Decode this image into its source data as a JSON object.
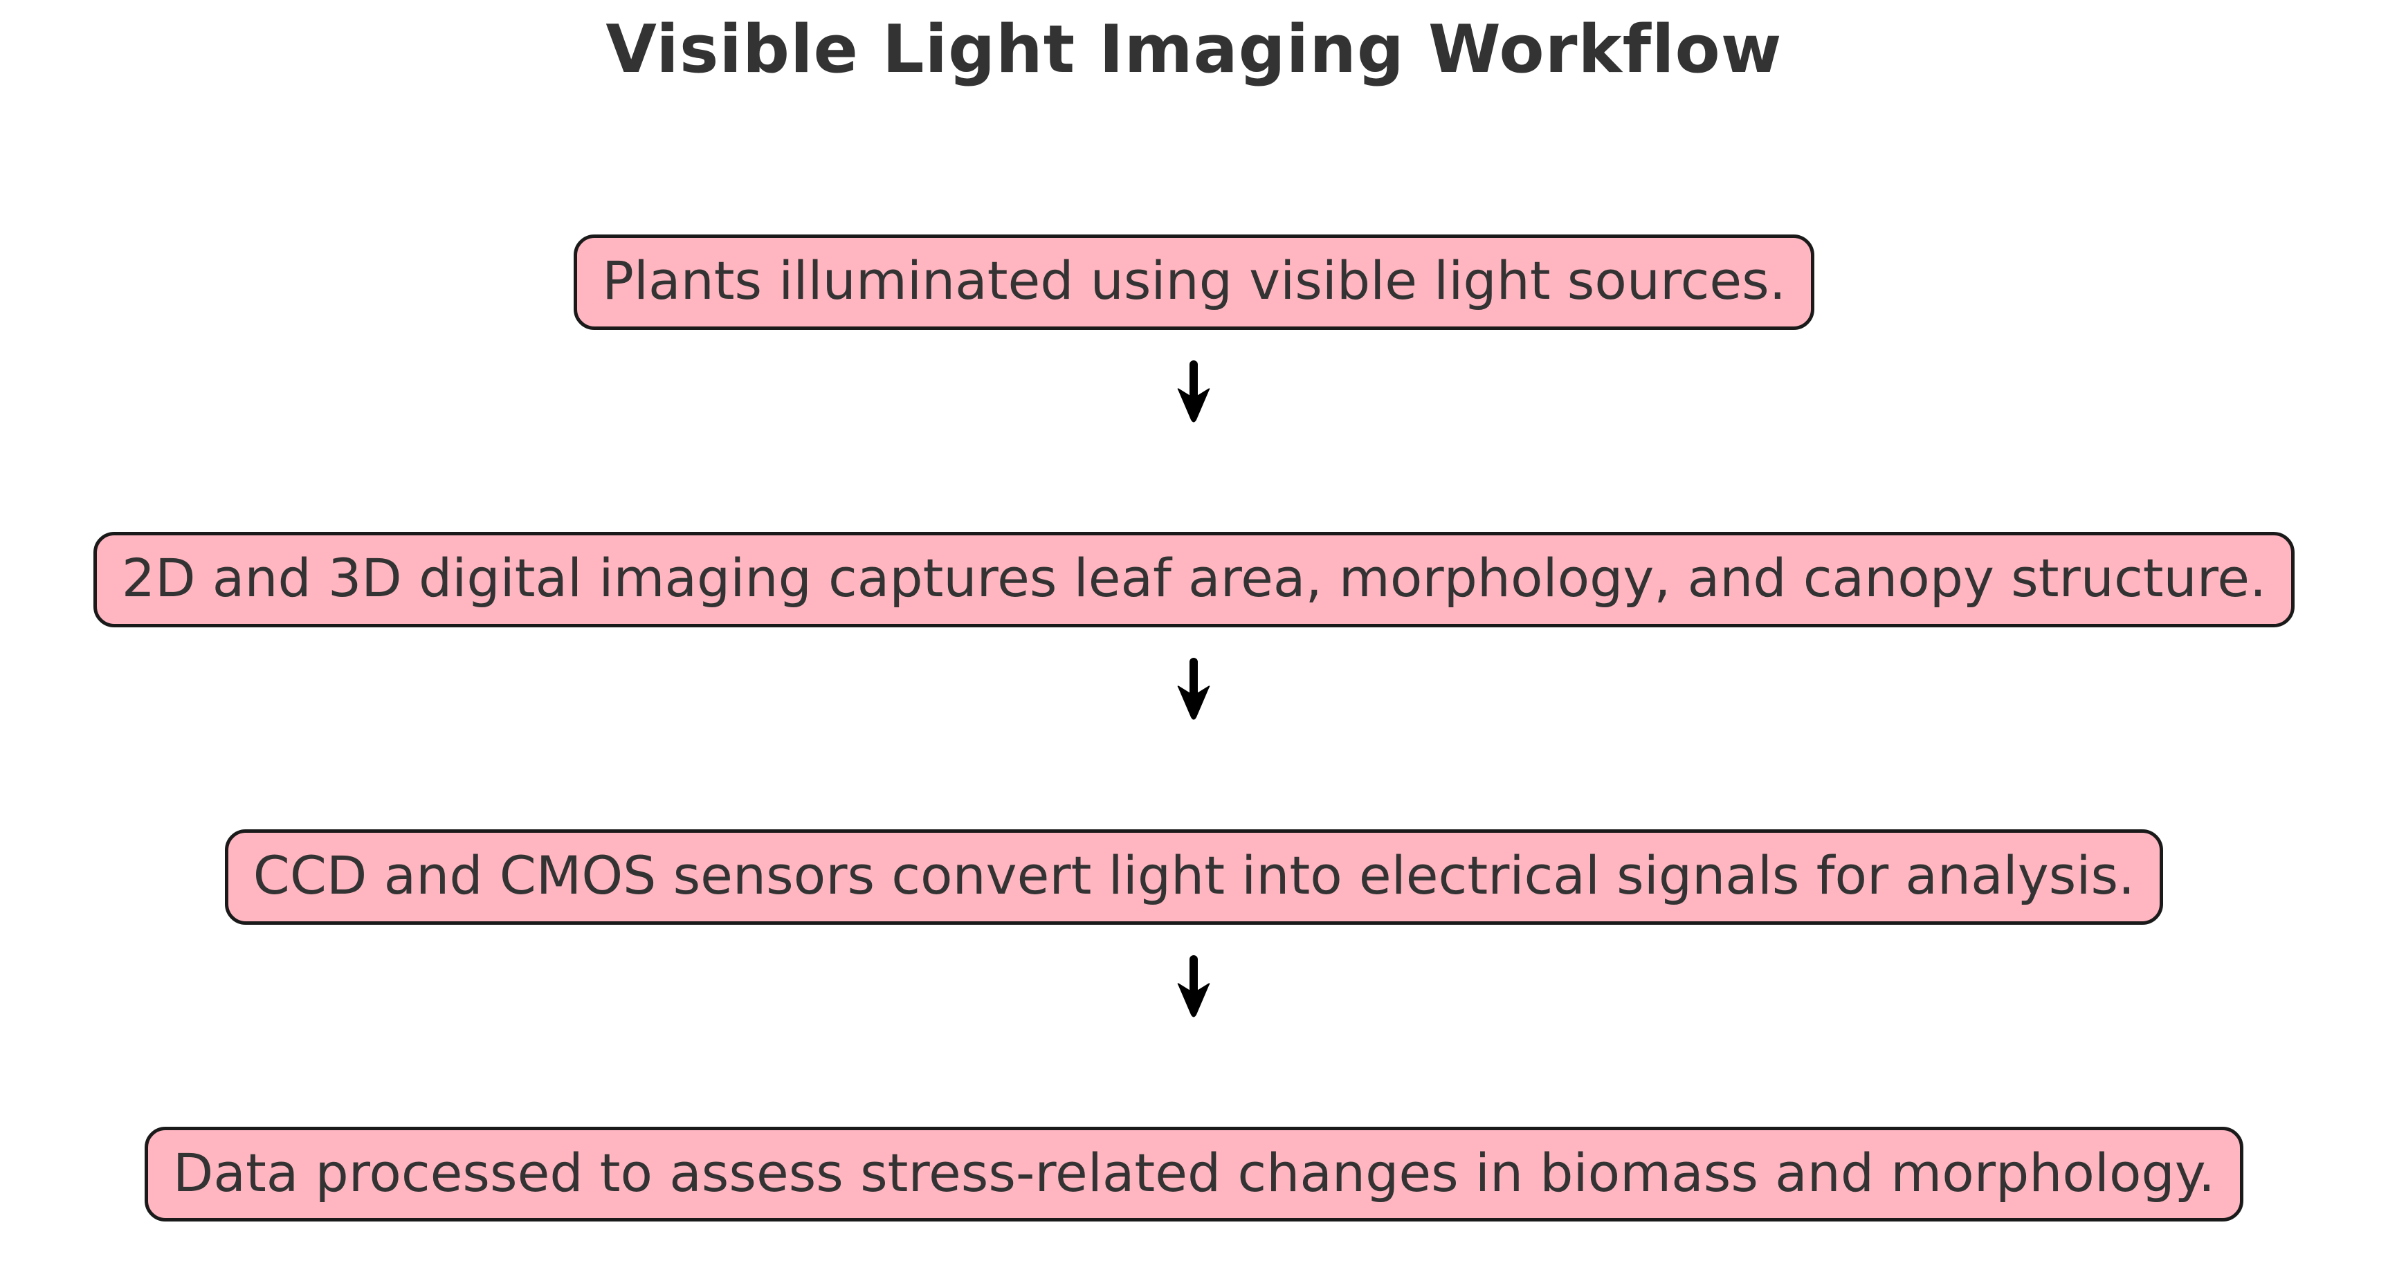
{
  "title": "Visible Light Imaging Workflow",
  "flow": {
    "connector_icon": "arrow-down",
    "steps": [
      {
        "id": "step-1",
        "label": "Plants illuminated using visible light sources."
      },
      {
        "id": "step-2",
        "label": "2D and 3D digital imaging captures leaf area, morphology, and canopy structure."
      },
      {
        "id": "step-3",
        "label": "CCD and CMOS sensors convert light into electrical signals for analysis."
      },
      {
        "id": "step-4",
        "label": "Data processed to assess stress-related changes in biomass and morphology."
      }
    ]
  },
  "colors": {
    "background": "#ffffff",
    "node_fill": "#ffb6c1",
    "node_border": "#1a1a1a",
    "text": "#333333",
    "arrow": "#000000"
  }
}
